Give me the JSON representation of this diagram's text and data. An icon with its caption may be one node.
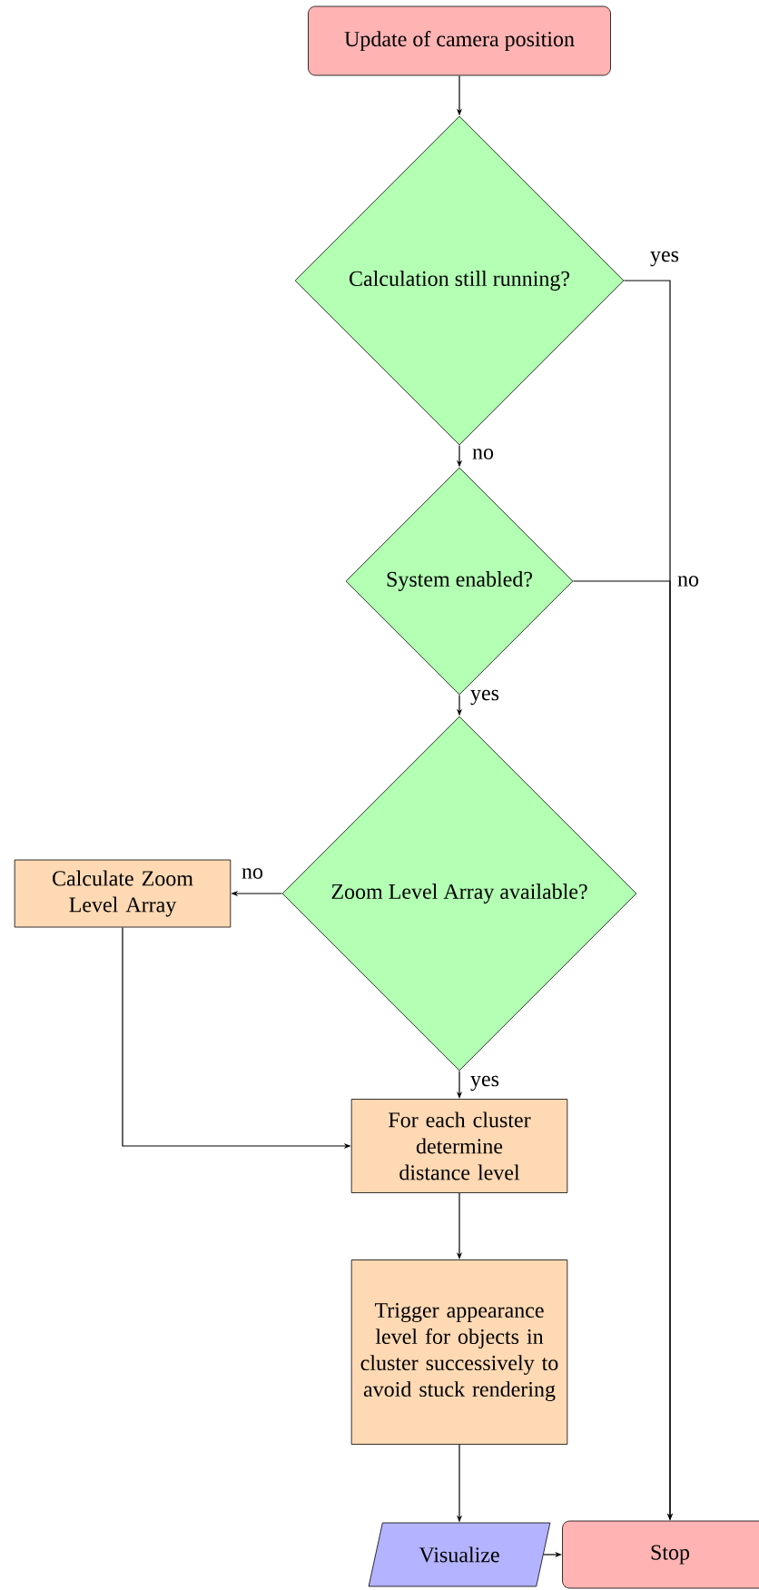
{
  "diagram": {
    "nodes": [
      {
        "text": [
          "Update of camera position"
        ]
      },
      {
        "text": [
          "Calculation still running?"
        ]
      },
      {
        "text": [
          "System enabled?"
        ]
      },
      {
        "text": [
          "Zoom Level Array available?"
        ]
      },
      {
        "text": [
          "Calculate Zoom Level Array"
        ]
      },
      {
        "text": [
          "For each cluster determine distance level"
        ]
      },
      {
        "text": [
          "Trigger appearance level for objects in cluster successively to avoid stuck rendering"
        ]
      },
      {
        "text": [
          "Visualize"
        ]
      },
      {
        "text": [
          "Stop"
        ]
      }
    ],
    "edges": [
      {
        "from": 0,
        "to": 1,
        "arrow": "to"
      },
      {
        "from": 1,
        "to": 8,
        "arrow": "to",
        "label": "yes"
      },
      {
        "from": 1,
        "to": 2,
        "arrow": "to",
        "label": "no"
      },
      {
        "from": 2,
        "to": 8,
        "arrow": "to",
        "label": "no"
      },
      {
        "from": 2,
        "to": 3,
        "arrow": "to",
        "label": "yes"
      },
      {
        "from": 3,
        "to": 4,
        "arrow": "to",
        "label": "no"
      },
      {
        "from": 3,
        "to": 5,
        "arrow": "to",
        "label": "yes"
      },
      {
        "from": 4,
        "to": 5,
        "arrow": "to"
      },
      {
        "from": 5,
        "to": 6,
        "arrow": "to"
      },
      {
        "from": 6,
        "to": 7,
        "arrow": "to"
      },
      {
        "from": 7,
        "to": 8,
        "arrow": "to"
      }
    ]
  }
}
